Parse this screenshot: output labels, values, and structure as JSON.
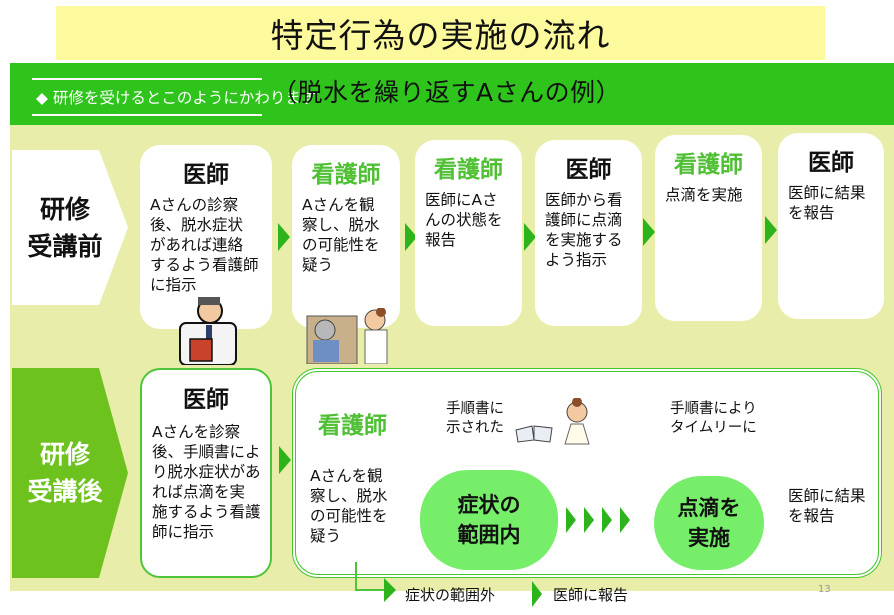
{
  "title": "特定行為の実施の流れ",
  "subtitle": {
    "left": "◆ 研修を受けるとこのようにかわります",
    "right": "（脱水を繰り返すAさんの例）"
  },
  "rows": {
    "before": {
      "label": "研修\n受講前",
      "cards": [
        {
          "role": "医師",
          "role_type": "doctor",
          "text": "Aさんの診察\n後、脱水症状\nがあれば連絡\nするよう看護師\nに指示"
        },
        {
          "role": "看護師",
          "role_type": "nurse",
          "text": "Aさんを観\n察し、脱水\nの可能性を\n疑う"
        },
        {
          "role": "看護師",
          "role_type": "nurse",
          "text": "医師にAさ\nんの状態を\n報告"
        },
        {
          "role": "医師",
          "role_type": "doctor",
          "text": "医師から看\n護師に点滴\nを実施する\nよう指示"
        },
        {
          "role": "看護師",
          "role_type": "nurse",
          "text": "点滴を実施"
        },
        {
          "role": "医師",
          "role_type": "doctor",
          "text": "医師に結果\nを報告"
        }
      ]
    },
    "after": {
      "label": "研修\n受講後",
      "doctor_card": {
        "role": "医師",
        "text": "Aさんを診察\n後、手順書によ\nり脱水症状があ\nれば点滴を実\n施するよう看護\n師に指示"
      },
      "nurse_box": {
        "role": "看護師",
        "observe_text": "Aさんを観\n察し、脱水\nの可能性を\n疑う",
        "note1": "手順書に\n示された",
        "note2": "手順書により\nタイムリーに",
        "oval1": "症状の\n範囲内",
        "oval2": "点滴を\n実施",
        "result_text": "医師に結果\nを報告"
      },
      "out_of_range": "症状の範囲外",
      "report_to_doctor": "医師に報告"
    }
  },
  "illustrations": {
    "doctor": "doctor-illustration",
    "nurse_patient": "nurse-with-patient-illustration",
    "manual": "manual-book-illustration",
    "nurse": "nurse-illustration"
  },
  "page_number": "13",
  "colors": {
    "title_bg": "#fdfa9e",
    "header_green": "#2ec41c",
    "panel_bg": "#e8edaa",
    "nurse_green": "#4fbf34",
    "oval_green": "#76ee6a",
    "arrow_green": "#2db41c"
  }
}
